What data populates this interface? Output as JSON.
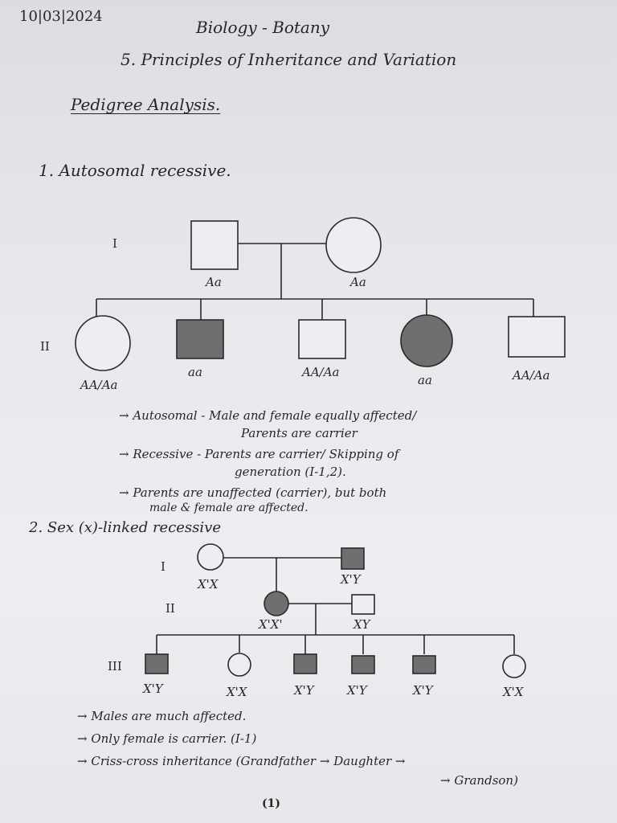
{
  "header": {
    "date": "10|03|2024",
    "subject": "Biology - Botany",
    "chapter": "5. Principles of Inheritance and Variation",
    "topic": "Pedigree Analysis."
  },
  "section1": {
    "title": "1. Autosomal recessive.",
    "gen_I": "I",
    "gen_II": "II",
    "parents": [
      {
        "genotype": "Aa",
        "sex": "male",
        "affected": false
      },
      {
        "genotype": "Aa",
        "sex": "female",
        "affected": false
      }
    ],
    "children": [
      {
        "genotype": "AA/Aa",
        "sex": "female",
        "affected": false
      },
      {
        "genotype": "aa",
        "sex": "male",
        "affected": true
      },
      {
        "genotype": "AA/Aa",
        "sex": "male",
        "affected": false
      },
      {
        "genotype": "aa",
        "sex": "female",
        "affected": true
      },
      {
        "genotype": "AA/Aa",
        "sex": "male",
        "affected": false
      }
    ],
    "notes": [
      "→ Autosomal - Male and female equally affected/",
      "Parents are carrier",
      "→ Recessive - Parents are carrier/ Skipping of",
      "generation (I-1,2).",
      "→ Parents are unaffected (carrier), but both",
      "male & female are affected."
    ]
  },
  "section2": {
    "title": "2. Sex (x)-linked recessive",
    "gen_I": "I",
    "gen_II": "II",
    "gen_III": "III",
    "gen1": [
      {
        "genotype": "X'X",
        "sex": "female",
        "affected": false
      },
      {
        "genotype": "X'Y",
        "sex": "male",
        "affected": true
      }
    ],
    "gen2": [
      {
        "genotype": "X'X'",
        "sex": "female",
        "affected": true
      },
      {
        "genotype": "XY",
        "sex": "male",
        "affected": false
      }
    ],
    "gen3": [
      {
        "genotype": "X'Y",
        "sex": "male",
        "affected": true
      },
      {
        "genotype": "X'X",
        "sex": "female",
        "affected": false
      },
      {
        "genotype": "X'Y",
        "sex": "male",
        "affected": true
      },
      {
        "genotype": "X'Y",
        "sex": "male",
        "affected": true
      },
      {
        "genotype": "X'Y",
        "sex": "male",
        "affected": true
      },
      {
        "genotype": "X'X",
        "sex": "female",
        "affected": false
      }
    ],
    "notes": [
      "→ Males are much affected.",
      "→ Only female is carrier. (I-1)",
      "→ Criss-cross inheritance (Grandfather → Daughter →",
      "→ Grandson)"
    ]
  },
  "footer": {
    "page": "(1)"
  },
  "colors": {
    "ink": "#262626",
    "paper": "#eceef1",
    "affected_fill": "#6f6f6f"
  }
}
